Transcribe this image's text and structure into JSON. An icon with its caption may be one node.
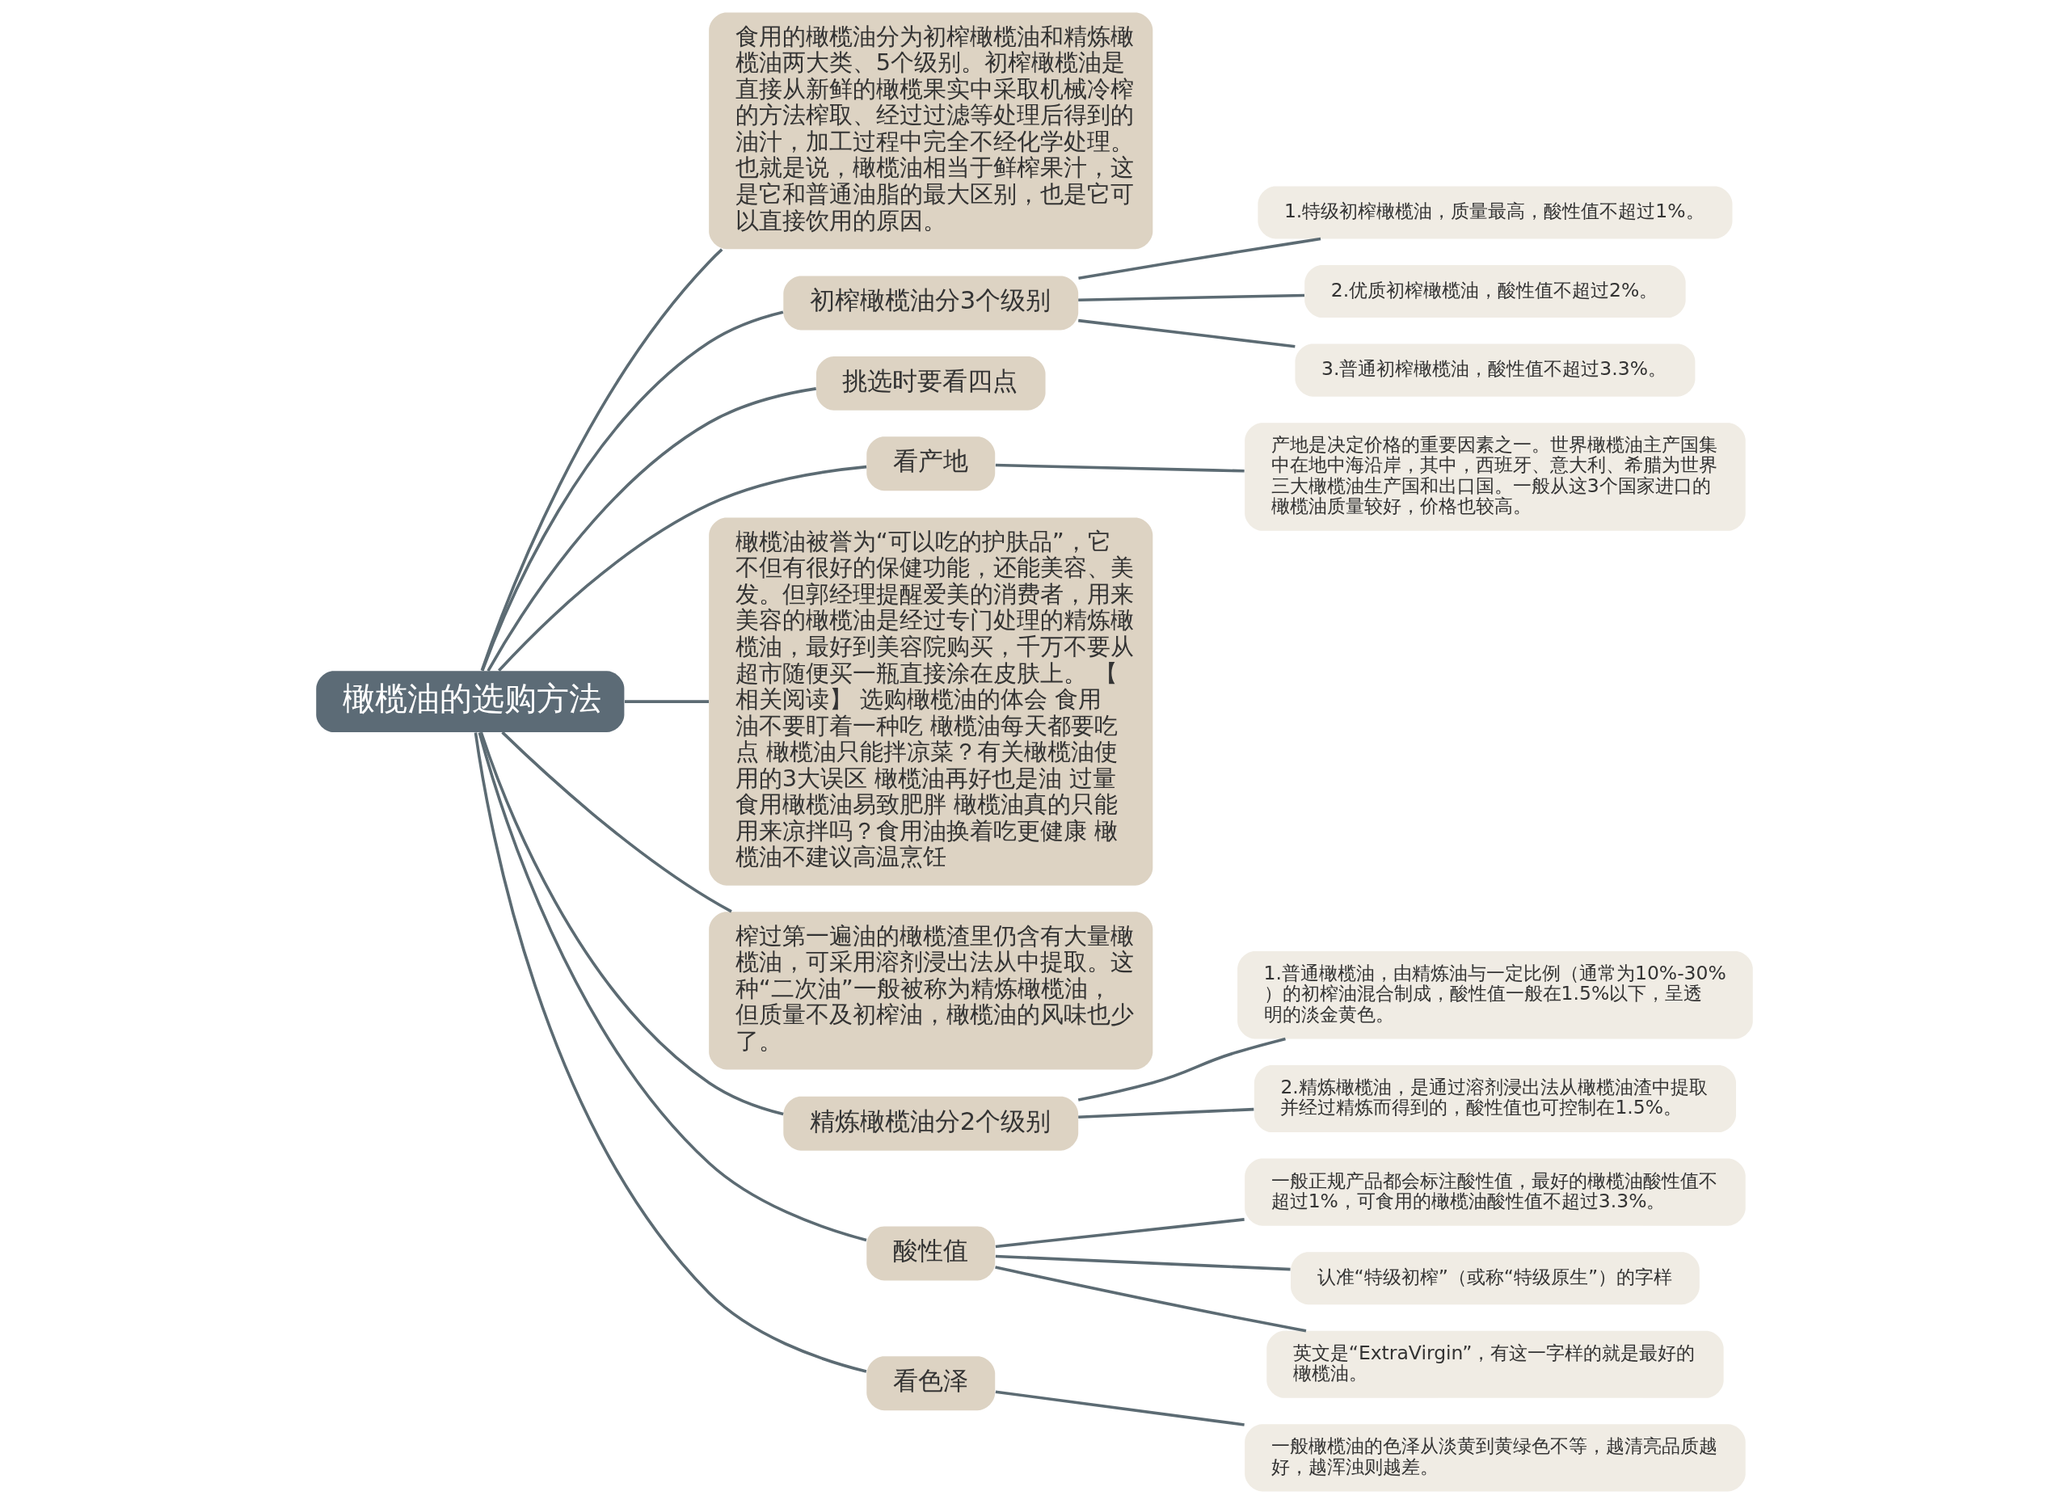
{
  "diagram": {
    "nodes": [
      {
        "text": [
          "橄榄油的选购方法"
        ]
      },
      {
        "text": [
          "食用的橄榄油分为初榨橄榄油和精炼橄榄油两大类、5个级别。初榨橄榄油是直接从新鲜的橄榄果实中采取机械冷榨的方法榨取、经过过滤等处理后得到的油汁，加工过程中完全不经化学处理。也就是说，橄榄油相当于鲜榨果汁，这是它和普通油脂的最大区别，也是它可以直接饮用的原因。"
        ]
      },
      {
        "text": [
          "初榨橄榄油分3个级别"
        ]
      },
      {
        "text": [
          "1.特级初榨橄榄油，质量最高，酸性值不超过1%。"
        ]
      },
      {
        "text": [
          "2.优质初榨橄榄油，酸性值不超过2%。"
        ]
      },
      {
        "text": [
          "3.普通初榨橄榄油，酸性值不超过3.3%。"
        ]
      },
      {
        "text": [
          "挑选时要看四点"
        ]
      },
      {
        "text": [
          "看产地"
        ]
      },
      {
        "text": [
          "产地是决定价格的重要因素之一。世界橄榄油主产国集中在地中海沿岸，其中，西班牙、意大利、希腊为世界三大橄榄油生产国和出口国。一般从这3个国家进口的橄榄油质量较好，价格也较高。"
        ]
      },
      {
        "text": [
          "橄榄油被誉为“可以吃的护肤品”，它不但有很好的保健功能，还能美容、美发。但郭经理提醒爱美的消费者，用来美容的橄榄油是经过专门处理的精炼橄榄油，最好到美容院购买，千万不要从超市随便买一瓶直接涂在皮肤上。 【相关阅读】 选购橄榄油的体会 食用油不要盯着一种吃 橄榄油每天都要吃点 橄榄油只能拌凉菜？有关橄榄油使用的3大误区 橄榄油再好也是油 过量食用橄榄油易致肥胖 橄榄油真的只能用来凉拌吗？食用油换着吃更健康 橄榄油不建议高温烹饪"
        ]
      },
      {
        "text": [
          "榨过第一遍油的橄榄渣里仍含有大量橄榄油，可采用溶剂浸出法从中提取。这种“二次油”一般被称为精炼橄榄油，但质量不及初榨油，橄榄油的风味也少了。"
        ]
      },
      {
        "text": [
          "精炼橄榄油分2个级别"
        ]
      },
      {
        "text": [
          "1.普通橄榄油，由精炼油与一定比例（通常为10%-30%）的初榨油混合制成，酸性值一般在1.5%以下，呈透明的淡金黄色。"
        ]
      },
      {
        "text": [
          "2.精炼橄榄油，是通过溶剂浸出法从橄榄油渣中提取并经过精炼而得到的，酸性值也可控制在1.5%。"
        ]
      },
      {
        "text": [
          "酸性值"
        ]
      },
      {
        "text": [
          "一般正规产品都会标注酸性值，最好的橄榄油酸性值不超过1%，可食用的橄榄油酸性值不超过3.3%。"
        ]
      },
      {
        "text": [
          "认准“特级初榨”（或称“特级原生”）的字样"
        ]
      },
      {
        "text": [
          "英文是“ExtraVirgin”，有这一字样的就是最好的橄榄油。"
        ]
      },
      {
        "text": [
          "看色泽"
        ]
      },
      {
        "text": [
          "一般橄榄油的色泽从淡黄到黄绿色不等，越清亮品质越好，越浑浊则越差。"
        ]
      }
    ],
    "edges": [
      {
        "from": 0,
        "to": 1,
        "arrow": "none"
      },
      {
        "from": 0,
        "to": 2,
        "arrow": "none"
      },
      {
        "from": 2,
        "to": 3,
        "arrow": "none"
      },
      {
        "from": 2,
        "to": 4,
        "arrow": "none"
      },
      {
        "from": 2,
        "to": 5,
        "arrow": "none"
      },
      {
        "from": 0,
        "to": 6,
        "arrow": "none"
      },
      {
        "from": 0,
        "to": 7,
        "arrow": "none"
      },
      {
        "from": 7,
        "to": 8,
        "arrow": "none"
      },
      {
        "from": 0,
        "to": 9,
        "arrow": "none"
      },
      {
        "from": 0,
        "to": 10,
        "arrow": "none"
      },
      {
        "from": 0,
        "to": 11,
        "arrow": "none"
      },
      {
        "from": 11,
        "to": 12,
        "arrow": "none"
      },
      {
        "from": 11,
        "to": 13,
        "arrow": "none"
      },
      {
        "from": 0,
        "to": 14,
        "arrow": "none"
      },
      {
        "from": 14,
        "to": 15,
        "arrow": "none"
      },
      {
        "from": 14,
        "to": 16,
        "arrow": "none"
      },
      {
        "from": 14,
        "to": 17,
        "arrow": "none"
      },
      {
        "from": 0,
        "to": 18,
        "arrow": "none"
      },
      {
        "from": 18,
        "to": 19,
        "arrow": "none"
      }
    ]
  }
}
